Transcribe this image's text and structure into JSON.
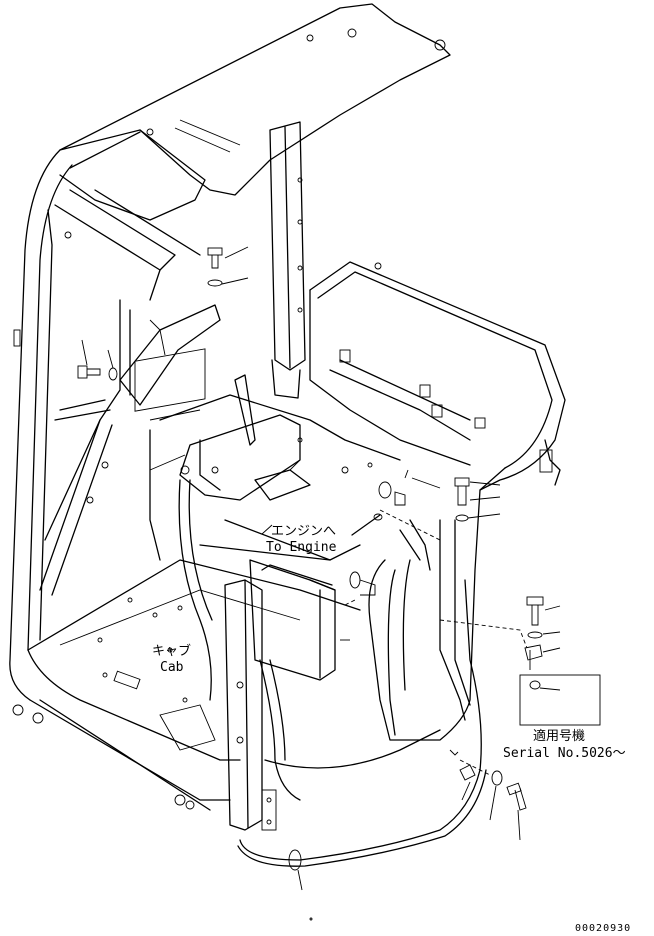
{
  "labels": {
    "to_engine_jp": "エンジンへ",
    "to_engine_en": "To Engine",
    "cab_jp": "キャブ",
    "cab_en": "Cab",
    "serial_jp": "適用号機",
    "serial_en": "Serial No.5026～",
    "drawing_number": "00020930"
  }
}
